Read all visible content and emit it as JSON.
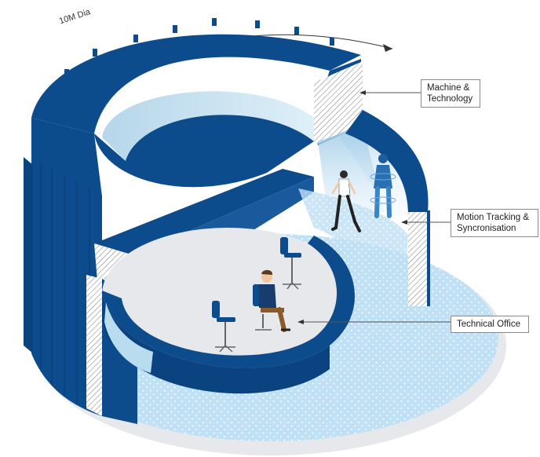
{
  "dimension_label": "10M Dia",
  "callouts": {
    "machine": {
      "line1": "Machine &",
      "line2": "Technology"
    },
    "motion": {
      "line1": "Motion Tracking &",
      "line2": "Syncronisation"
    },
    "office": {
      "line1": "Technical Office"
    }
  },
  "colors": {
    "navy": "#0d4c8c",
    "navy_dark": "#083a70",
    "light_blue": "#cfe6f6",
    "floor_grey": "#e4e6ea",
    "glass": "#b9dcee"
  }
}
